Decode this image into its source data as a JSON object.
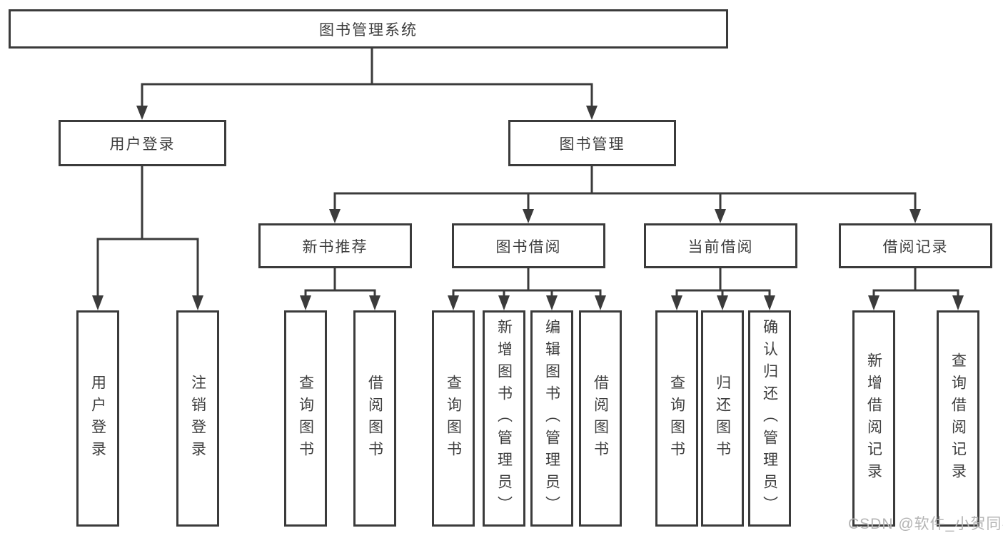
{
  "diagram": {
    "root": {
      "label": "图书管理系统"
    },
    "level1": [
      {
        "label": "用户登录"
      },
      {
        "label": "图书管理"
      }
    ],
    "level2": [
      {
        "label": "新书推荐"
      },
      {
        "label": "图书借阅"
      },
      {
        "label": "当前借阅"
      },
      {
        "label": "借阅记录"
      }
    ],
    "leaves": [
      {
        "label": "用户登录"
      },
      {
        "label": "注销登录"
      },
      {
        "label": "查询图书"
      },
      {
        "label": "借阅图书"
      },
      {
        "label": "查询图书"
      },
      {
        "label": "新增图书（管理员）"
      },
      {
        "label": "编辑图书（管理员）"
      },
      {
        "label": "借阅图书"
      },
      {
        "label": "查询图书"
      },
      {
        "label": "归还图书"
      },
      {
        "label": "确认归还（管理员）"
      },
      {
        "label": "新增借阅记录"
      },
      {
        "label": "查询借阅记录"
      }
    ],
    "watermark": "CSDN @软件_小贺同学",
    "colors": {
      "line": "#3b3b3b",
      "box_border": "#3b3b3b",
      "text": "#3d3d3d",
      "background": "#ffffff",
      "watermark": "#b4b4b4"
    }
  }
}
